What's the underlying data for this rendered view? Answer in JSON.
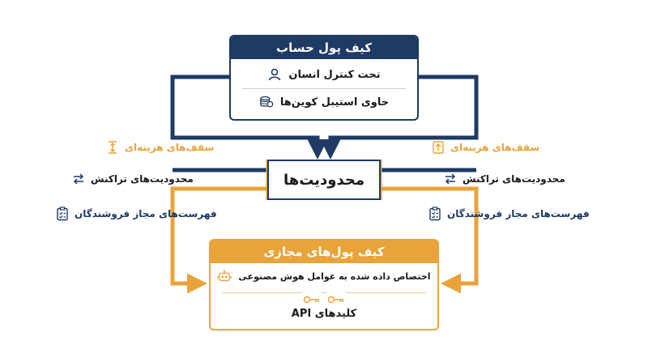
{
  "colors": {
    "navy": "#1f3a63",
    "orange": "#e8a33a"
  },
  "account_wallet": {
    "title": "کیف پول حساب",
    "item1": {
      "text": "تحت کنترل انسان",
      "icon": "user-icon"
    },
    "item2": {
      "text": "حاوی استیبل کوین‌ها",
      "icon": "coins-icon"
    }
  },
  "center": {
    "text": "محدودیت‌ها"
  },
  "labels": {
    "left_spend": "سقف‌های هزینه‌ای",
    "left_tx": "محدودیت‌های تراکنش",
    "left_merchants": "فهرست‌های مجاز فروشندگان",
    "right_spend": "سقف‌های هزینه‌ای",
    "right_tx": "محدودیت‌های تراکنش",
    "right_merchants": "فهرست‌های مجاز فروشندگان"
  },
  "virtual_wallet": {
    "title": "کیف پول‌های مجازی",
    "item1": {
      "text": "اختصاص داده شده به عوامل هوش مصنوعی",
      "icon": "robot-icon"
    },
    "item2": {
      "text": "کلیدهای API",
      "icon": "key-icon"
    }
  }
}
